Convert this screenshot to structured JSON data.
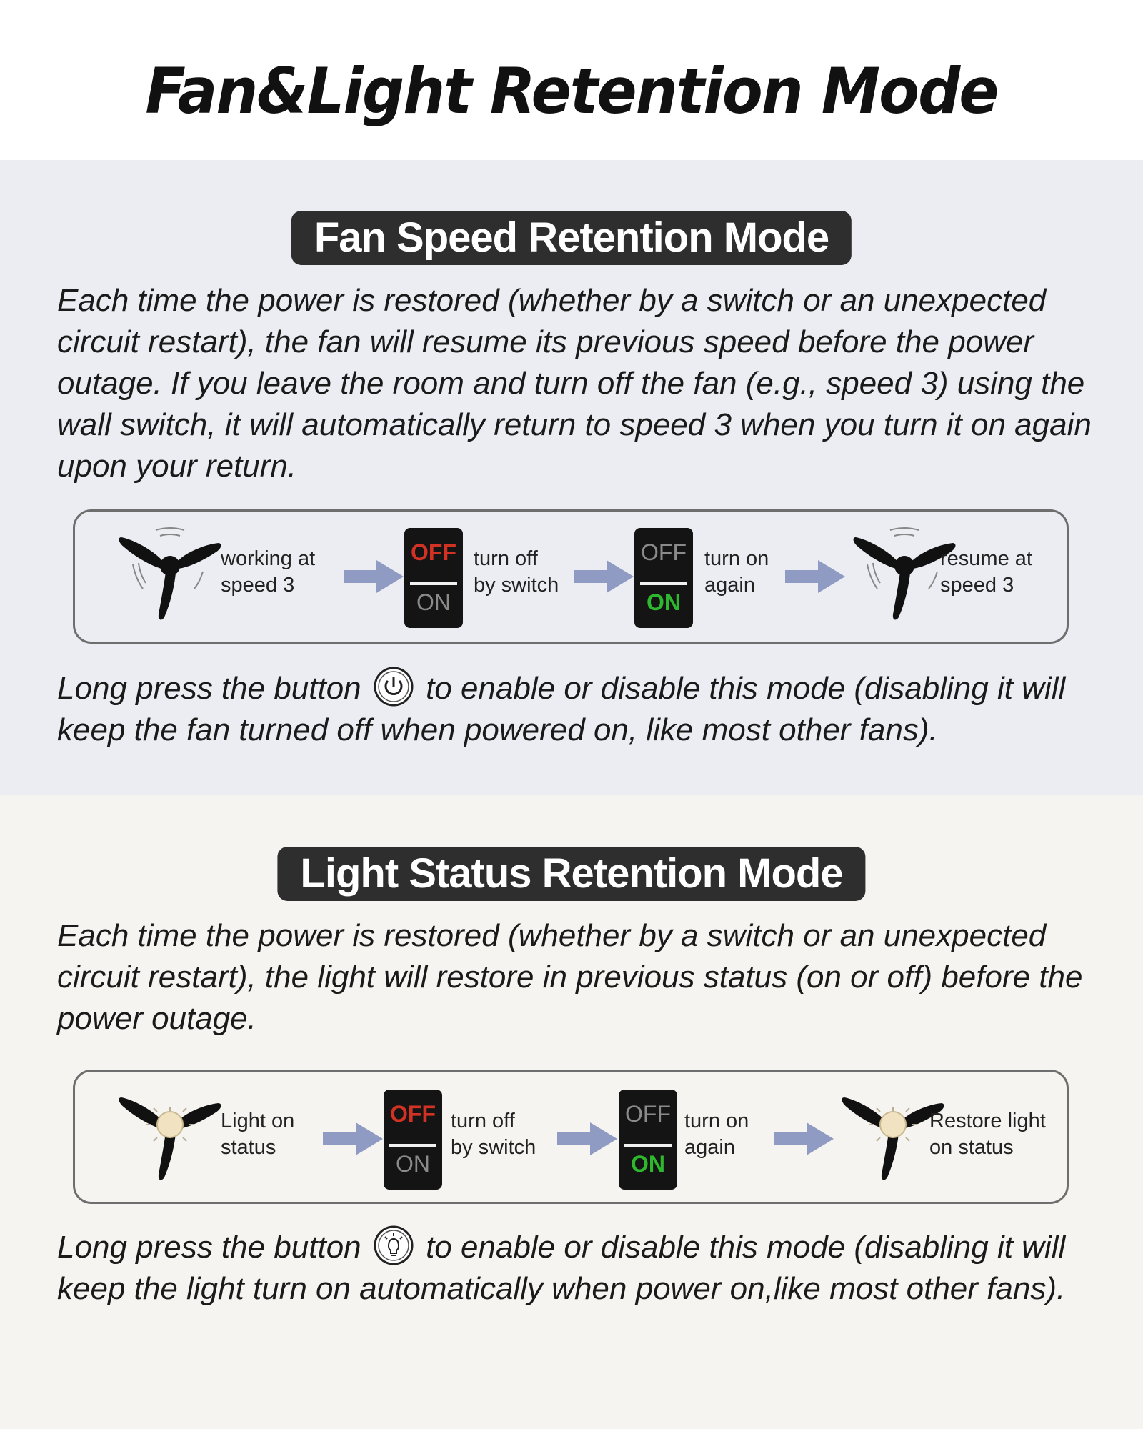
{
  "title": "Fan&Light Retention Mode",
  "fan_section": {
    "badge": "Fan Speed Retention Mode",
    "description": "Each time the power is restored (whether by a switch or an unexpected circuit restart), the fan will resume its previous speed before the power outage. If you leave the room and turn off the fan (e.g., speed 3) using the wall switch, it will automatically return to speed 3 when you turn it on again upon your return.",
    "steps": [
      {
        "label": "working at\nspeed 3",
        "icon": "ceiling-fan-spinning-icon"
      },
      {
        "label": "turn off\nby switch",
        "switch_off": "OFF",
        "switch_on": "ON",
        "active": "OFF"
      },
      {
        "label": "turn on\nagain",
        "switch_off": "OFF",
        "switch_on": "ON",
        "active": "ON"
      },
      {
        "label": "resume at\nspeed 3",
        "icon": "ceiling-fan-spinning-icon"
      }
    ],
    "note_before": "Long press the button",
    "note_icon": "power-button-icon",
    "note_after": "to enable or disable this mode (disabling it will keep the fan turned off when powered on, like most other fans)."
  },
  "light_section": {
    "badge": "Light Status Retention Mode",
    "description": "Each time the power is restored (whether by a switch or an unexpected circuit restart), the light will restore in previous status (on or off) before the power outage.",
    "steps": [
      {
        "label": "Light on\nstatus",
        "icon": "ceiling-fan-light-on-icon"
      },
      {
        "label": "turn off\nby switch",
        "switch_off": "OFF",
        "switch_on": "ON",
        "active": "OFF"
      },
      {
        "label": "turn on\nagain",
        "switch_off": "OFF",
        "switch_on": "ON",
        "active": "ON"
      },
      {
        "label": "Restore light\non status",
        "icon": "ceiling-fan-light-on-icon"
      }
    ],
    "note_before": "Long press the button",
    "note_icon": "light-bulb-button-icon",
    "note_after": "to enable or disable this mode (disabling it will keep the light turn on automatically when power on,like most other fans)."
  },
  "colors": {
    "fan_section_bg": "#ebedf2",
    "light_section_bg": "#f6f4f1",
    "badge_bg": "#2e2e2e",
    "switch_off_red": "#d13224",
    "switch_on_green": "#2eb82e",
    "arrow": "#8f9bc2"
  }
}
